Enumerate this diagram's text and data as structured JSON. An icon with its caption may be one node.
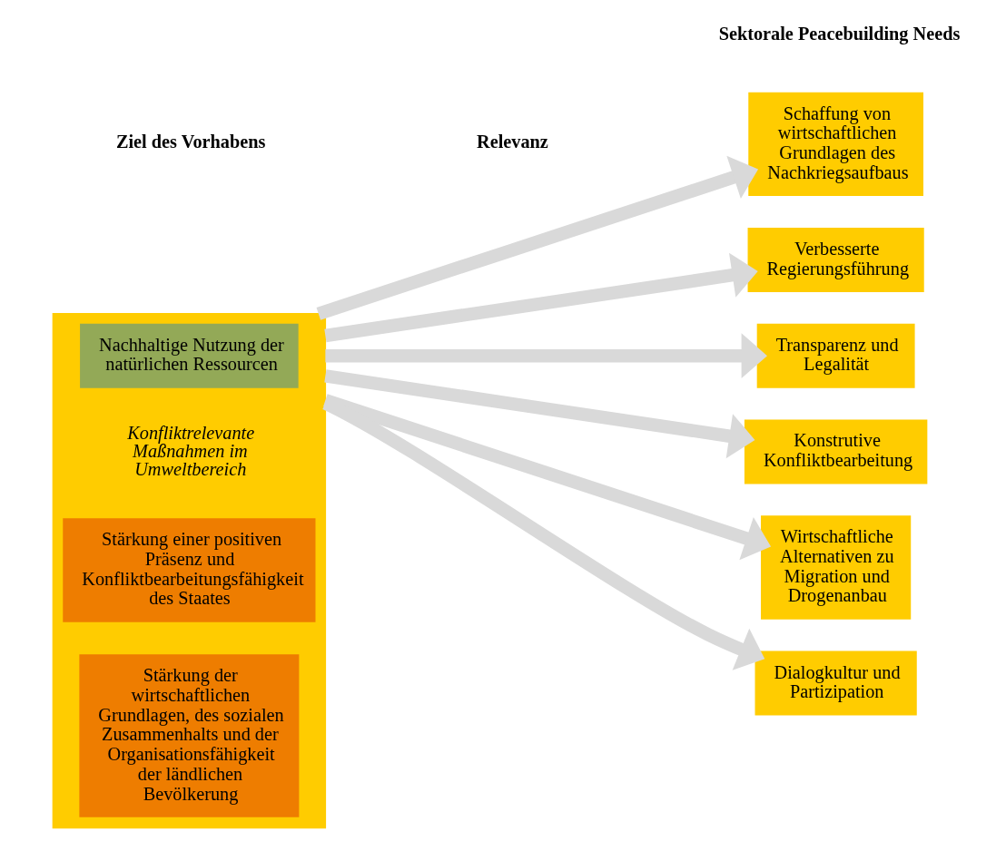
{
  "diagram": {
    "nodes": [
      {
        "text": [],
        "shape": "arrow"
      },
      {
        "text": [
          "Nachhaltige Nutzung der natürlichen Ressourcen"
        ],
        "in": 0
      },
      {
        "text": [
          "Konfliktrelevante Maßnahmen im Umweltbereich"
        ],
        "in": 0
      },
      {
        "text": [
          "Stärkung einer positiven Präsenz und Konfliktbearbeitungsfähigkeit des Staates"
        ],
        "in": 0
      },
      {
        "text": [
          "Stärkung der wirtschaftlichen Grundlagen, des sozialen Zusammenhalts und der Organisationsfähigkeit der ländlichen Bevölkerung"
        ],
        "in": 0
      },
      {
        "text": [
          "Schaffung von wirtschaftlichen Grundlagen des Nachkriegsaufbaus"
        ]
      },
      {
        "text": [
          "Verbesserte Regierungsführung"
        ]
      },
      {
        "text": [
          "Transparenz und Legalität"
        ]
      },
      {
        "text": [
          "Konstrutive Konfliktbearbeitung"
        ]
      },
      {
        "text": [
          "Wirtschaftliche Alternativen zu Migration und Drogenanbau"
        ]
      },
      {
        "text": [
          "Dialogkultur und Partizipation"
        ]
      }
    ],
    "edges": [
      {
        "from": 0,
        "to": 5,
        "arrow": "to"
      },
      {
        "from": 0,
        "to": 6,
        "arrow": "to"
      },
      {
        "from": 0,
        "to": 7,
        "arrow": "to"
      },
      {
        "from": 0,
        "to": 8,
        "arrow": "to"
      },
      {
        "from": 0,
        "to": 9,
        "arrow": "to"
      },
      {
        "from": 0,
        "to": 10,
        "arrow": "to"
      }
    ],
    "labels": [
      "Ziel des Vorhabens",
      "Sektorale Peacebuilding Needs",
      "Relevanz"
    ]
  }
}
